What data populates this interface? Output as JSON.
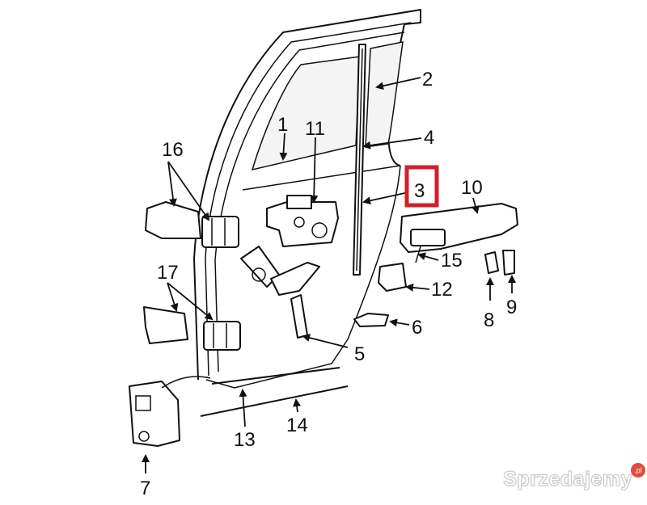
{
  "callouts": {
    "n1": "1",
    "n2": "2",
    "n3": "3",
    "n4": "4",
    "n5": "5",
    "n6": "6",
    "n7": "7",
    "n8": "8",
    "n9": "9",
    "n10": "10",
    "n11": "11",
    "n12": "12",
    "n13": "13",
    "n14": "14",
    "n15": "15",
    "n16": "16",
    "n17": "17"
  },
  "highlight": {
    "callout": "3",
    "color": "#d0202a"
  },
  "watermark": {
    "text": "Sprzedajemy",
    "badge": ".pl"
  }
}
